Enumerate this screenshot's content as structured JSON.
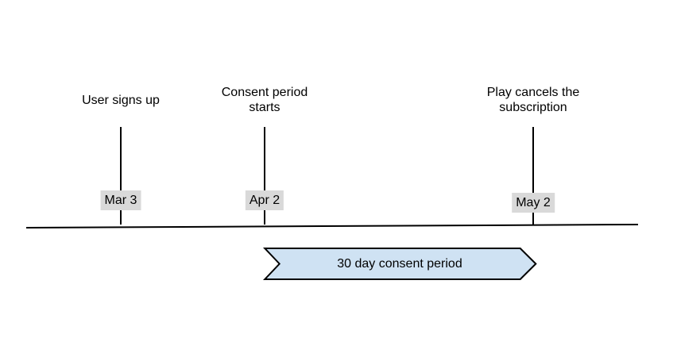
{
  "timeline": {
    "events": [
      {
        "title": "User signs up",
        "date": "Mar 3"
      },
      {
        "title": "Consent period\nstarts",
        "date": "Apr 2"
      },
      {
        "title": "Play cancels the\nsubscription",
        "date": "May 2"
      }
    ],
    "banner": {
      "label": "30 day consent period"
    }
  },
  "colors": {
    "background": "#ffffff",
    "text": "#000000",
    "line": "#000000",
    "date_label_bg": "#d9d9d9",
    "banner_fill": "#cfe2f3",
    "banner_border": "#000000"
  }
}
